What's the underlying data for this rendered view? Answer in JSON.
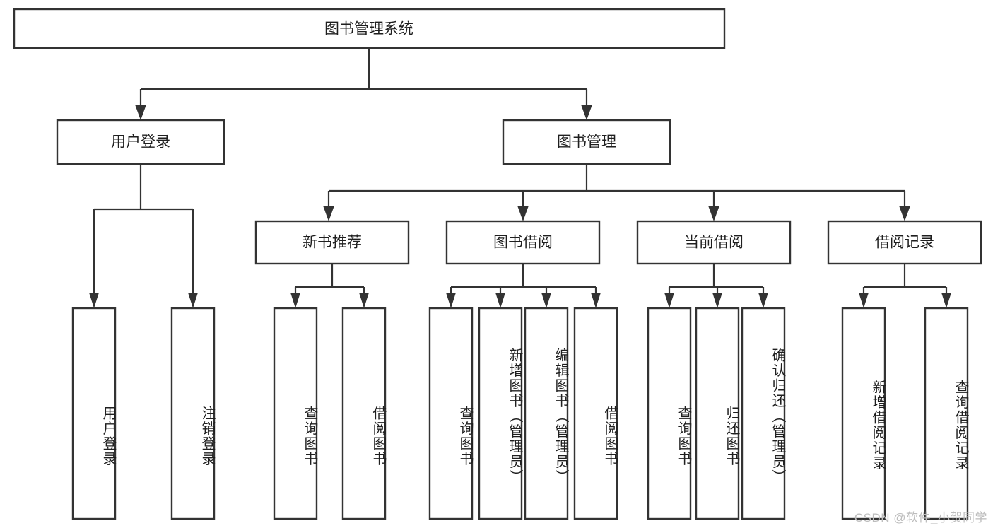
{
  "diagram": {
    "title": "图书管理系统",
    "type": "tree-hierarchy-chart",
    "root": {
      "label": "图书管理系统"
    },
    "level2": [
      {
        "label": "用户登录"
      },
      {
        "label": "图书管理"
      }
    ],
    "level3": [
      {
        "label": "新书推荐"
      },
      {
        "label": "图书借阅"
      },
      {
        "label": "当前借阅"
      },
      {
        "label": "借阅记录"
      }
    ],
    "leaves": {
      "user_login": [
        {
          "label": "用户登录"
        },
        {
          "label": "注销登录"
        }
      ],
      "new_book_recommend": [
        {
          "label": "查询图书"
        },
        {
          "label": "借阅图书"
        }
      ],
      "book_borrow": [
        {
          "label": "查询图书"
        },
        {
          "label": "新增图书（管理员）"
        },
        {
          "label": "编辑图书（管理员）"
        },
        {
          "label": "借阅图书"
        }
      ],
      "current_borrow": [
        {
          "label": "查询图书"
        },
        {
          "label": "归还图书"
        },
        {
          "label": "确认归还（管理员）"
        }
      ],
      "borrow_record": [
        {
          "label": "新增借阅记录"
        },
        {
          "label": "查询借阅记录"
        }
      ]
    }
  },
  "watermark": {
    "text": "CSDN @软件_小贺同学"
  },
  "colors": {
    "stroke": "#333333",
    "fill": "#ffffff",
    "text": "#1f1f1f",
    "watermark": "#bdbdbd"
  }
}
